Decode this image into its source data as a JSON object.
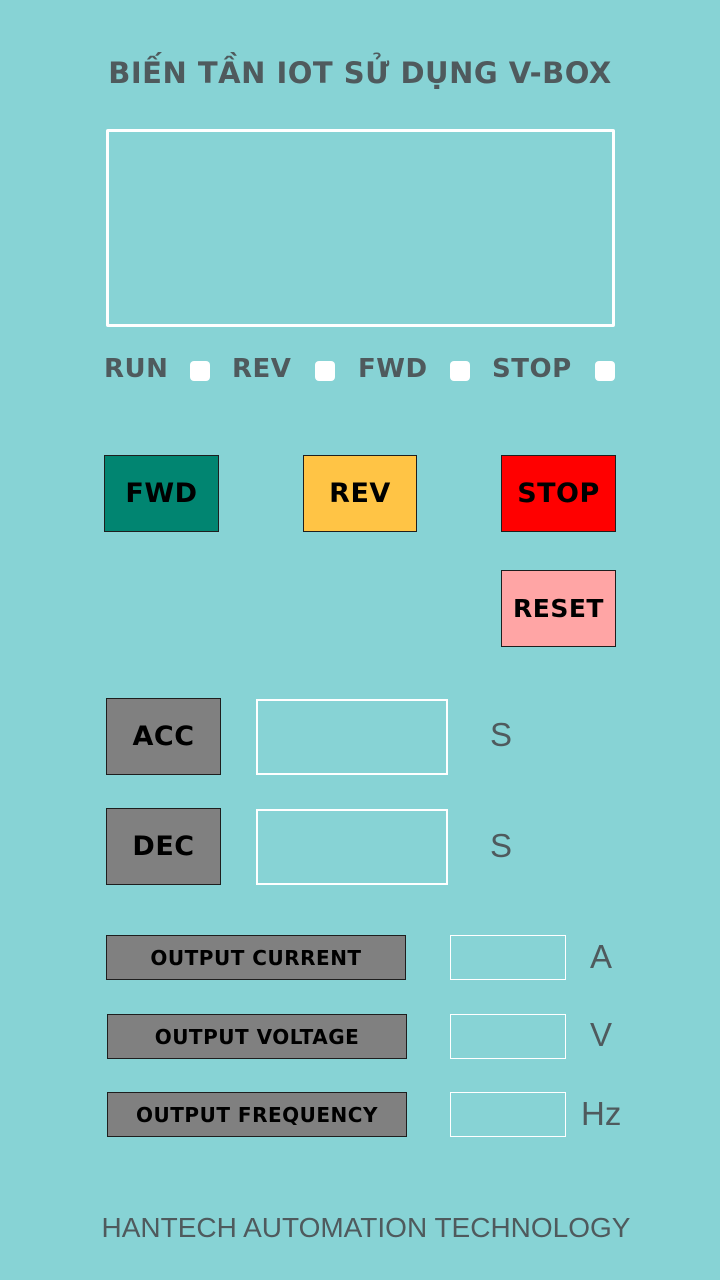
{
  "header": {
    "title": "BIẾN TẦN IOT SỬ DỤNG V-BOX"
  },
  "display": {
    "value": ""
  },
  "indicators": [
    {
      "label": "RUN"
    },
    {
      "label": "REV"
    },
    {
      "label": "FWD"
    },
    {
      "label": "STOP"
    }
  ],
  "controls": {
    "fwd_label": "FWD",
    "rev_label": "REV",
    "stop_label": "STOP",
    "reset_label": "RESET"
  },
  "ramp": {
    "acc_label": "ACC",
    "acc_value": "",
    "acc_unit": "S",
    "dec_label": "DEC",
    "dec_value": "",
    "dec_unit": "S"
  },
  "outputs": {
    "current_label": "OUTPUT CURRENT",
    "current_value": "",
    "current_unit": "A",
    "voltage_label": "OUTPUT VOLTAGE",
    "voltage_value": "",
    "voltage_unit": "V",
    "frequency_label": "OUTPUT FREQUENCY",
    "frequency_value": "",
    "frequency_unit": "Hz"
  },
  "footer": {
    "text": "HANTECH AUTOMATION TECHNOLOGY"
  },
  "colors": {
    "background": "#87d3d5",
    "fwd": "#018571",
    "rev": "#ffc445",
    "stop": "#ff0000",
    "reset": "#ffa5a5",
    "neutral_button": "#808080",
    "text": "#4f5a5d"
  }
}
